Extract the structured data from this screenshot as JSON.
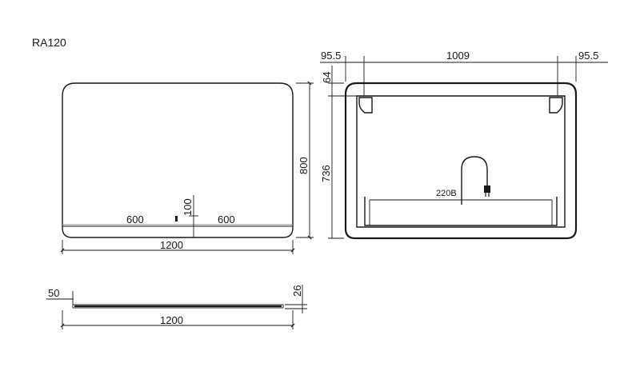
{
  "title": "RA120",
  "front_view": {
    "width_label": "1200",
    "height_label": "800",
    "half_left_label": "600",
    "half_right_label": "600",
    "switch_offset_label": "100"
  },
  "back_view": {
    "left_margin_label": "95.5",
    "middle_label": "1009",
    "right_margin_label": "95.5",
    "top_offset_label": "64",
    "height_label": "736",
    "voltage_label": "220В"
  },
  "side_view": {
    "edge_label": "50",
    "thickness_label": "26",
    "width_label": "1200"
  },
  "colors": {
    "line": "#1a1a1a",
    "background": "#ffffff"
  }
}
